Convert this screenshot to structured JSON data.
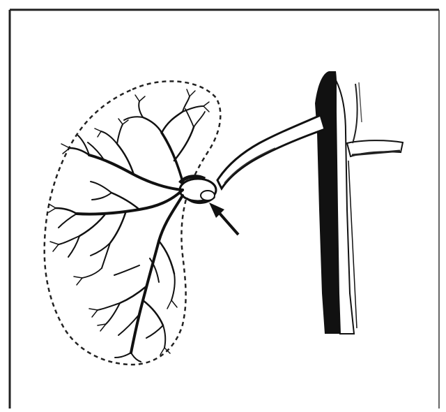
{
  "figure": {
    "labels": [],
    "colors": {
      "ink": "#111111",
      "paper": "#ffffff",
      "outline": "#222222"
    },
    "parts": {
      "kidney_outline_style": "dashed",
      "arrow_present": true,
      "vessels": [
        "renal-artery",
        "aorta",
        "branch-vessel",
        "intrarenal-branches"
      ]
    }
  }
}
